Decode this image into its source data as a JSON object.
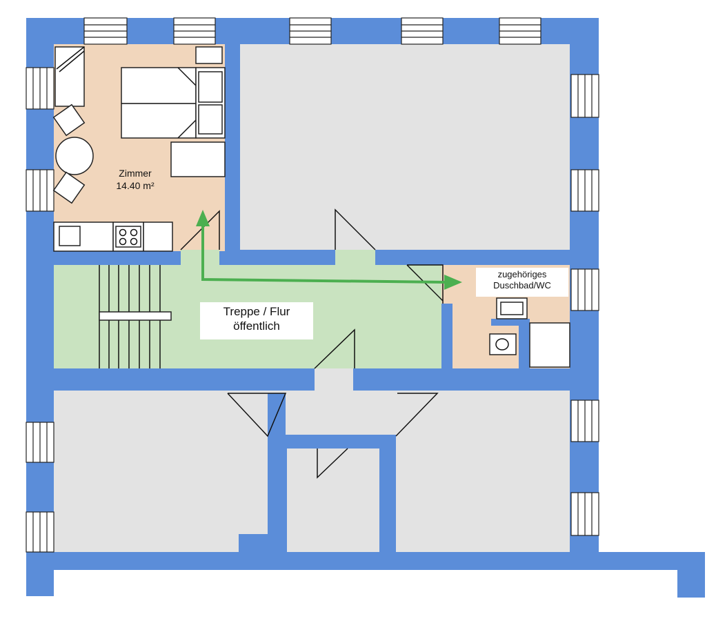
{
  "rooms": {
    "zimmer": {
      "name": "Zimmer",
      "area": "14.40 m²"
    },
    "flur": {
      "line1": "Treppe / Flur",
      "line2": "öffentlich"
    },
    "bad": {
      "line1": "zugehöriges",
      "line2": "Duschbad/WC"
    }
  },
  "colors": {
    "wall": "#5b8dd9",
    "room_grey": "#e3e3e3",
    "room_private": "#f1d6bc",
    "room_public": "#c9e3c0",
    "route_arrow": "#4caf50"
  }
}
